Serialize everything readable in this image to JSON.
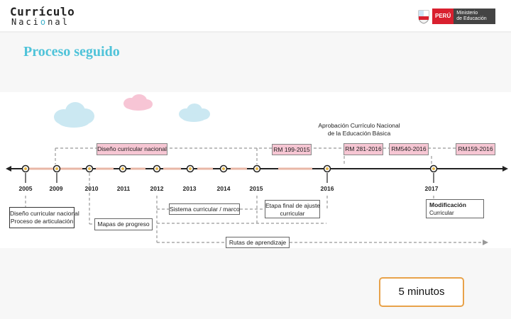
{
  "header": {
    "logo_line1": "Currículo",
    "logo_line2_a": "Naci",
    "logo_line2_dot": "o",
    "logo_line2_b": "nal",
    "peru_label": "PERÚ",
    "ministry_line1": "Ministerio",
    "ministry_line2": "de Educación"
  },
  "title": "Proceso seguido",
  "timeline": {
    "years": [
      "2005",
      "2009",
      "2010",
      "2011",
      "2012",
      "2013",
      "2014",
      "2015",
      "2016",
      "2017"
    ],
    "top_boxes": {
      "diseno": "Diseño curricular nacional",
      "rm1": "RM 199-2015",
      "rm2": "RM 281-2016",
      "rm3": "RM540-2016",
      "rm4": "RM159-2016"
    },
    "aprobacion_line1": "Aprobación Currículo Nacional",
    "aprobacion_line2": "de la Educación Básica",
    "bottom_boxes": {
      "dcn_line1": "Diseño curricular nacional",
      "dcn_line2": "Proceso de articulación",
      "mapas": "Mapas de progreso",
      "sistema": "Sistema curricular / marco",
      "etapa_line1": "Etapa final de ajuste",
      "etapa_line2": "curricular",
      "rutas": "Rutas de aprendizaje",
      "modif_line1": "Modificación",
      "modif_line2": "Curricular"
    }
  },
  "timer": "5 minutos",
  "colors": {
    "title": "#4fc3d9",
    "pink_box": "#f6c6d3",
    "timer_border": "#e8a24a",
    "peru_red": "#d9202f"
  }
}
